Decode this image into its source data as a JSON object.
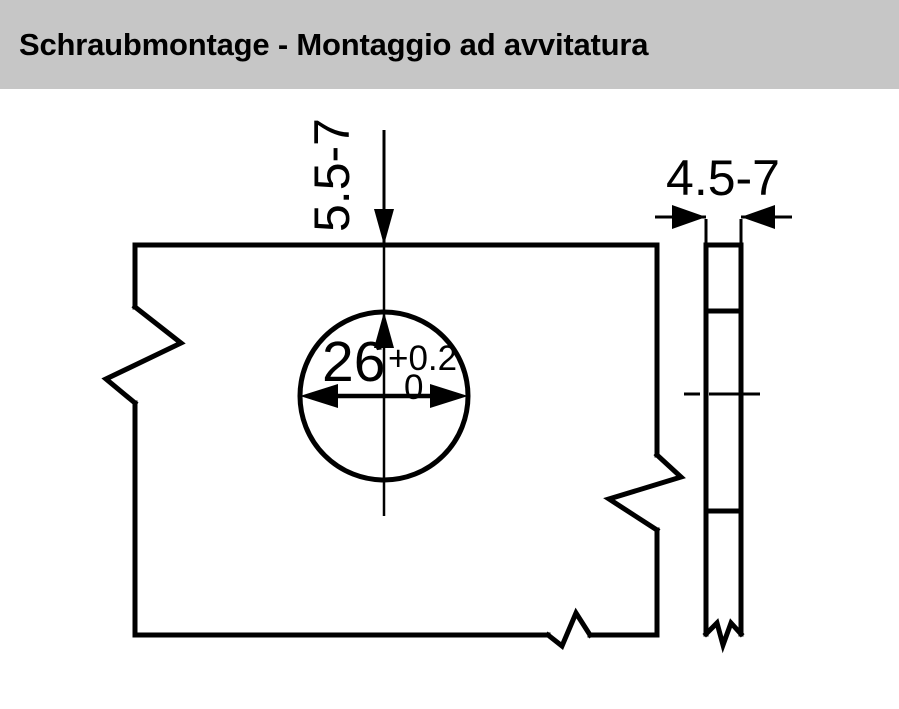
{
  "header": {
    "title": "Schraubmontage - Montaggio ad avvitatura",
    "background_color": "#c6c6c6",
    "text_color": "#000000"
  },
  "drawing": {
    "type": "technical-drawing",
    "description": "Cup hinge drilling pattern: front view of panel with 26 mm bore and side/section view of panel thickness",
    "line_color": "#000000",
    "background_color": "#ffffff",
    "dimensions": {
      "bore_diameter": {
        "label": "26",
        "tolerance_upper": "+0.2",
        "tolerance_lower": "0",
        "name": "bore-diameter-dimension"
      },
      "edge_distance": {
        "label": "5.5-7",
        "name": "edge-distance-dimension",
        "orientation": "vertical"
      },
      "panel_thickness": {
        "label": "4.5-7",
        "name": "panel-thickness-dimension",
        "orientation": "horizontal"
      }
    }
  }
}
